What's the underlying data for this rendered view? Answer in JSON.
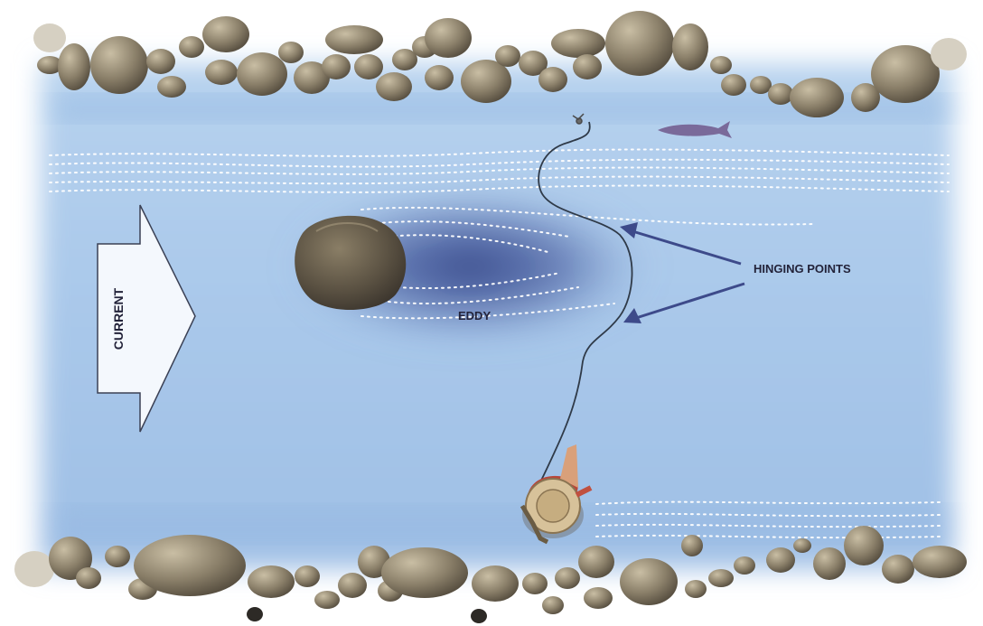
{
  "labels": {
    "current": "CURRENT",
    "eddy": "EDDY",
    "hinging_points": "HINGING POINTS"
  },
  "colors": {
    "water": "#9ec3e8",
    "water_light": "#c4dcf2",
    "eddy": "#3b4c8e",
    "rock": "#6f6553",
    "rock_light": "#b9ad93",
    "line": "#3a4a5a",
    "arrow": "#3d4a8a",
    "fish": "#7a6a9a",
    "text": "#23233a"
  },
  "icons": [
    "boulder-icon",
    "fish-icon",
    "fly-icon",
    "angler-icon",
    "current-arrow-icon"
  ]
}
